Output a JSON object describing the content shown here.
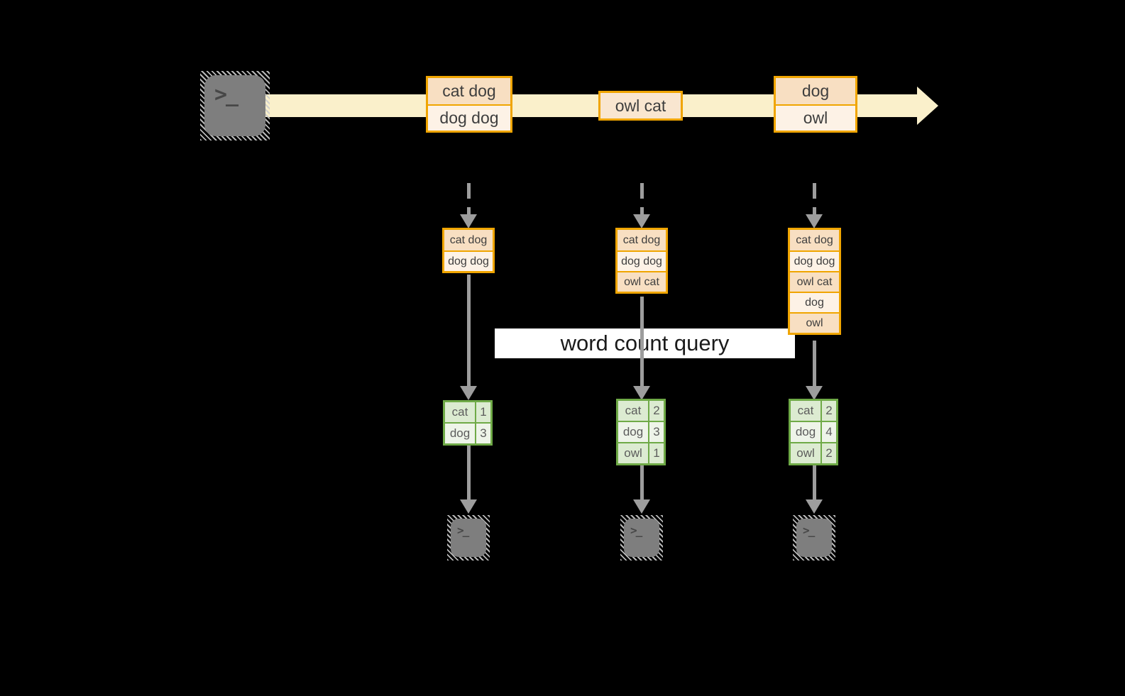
{
  "palette": {
    "background": "#000000",
    "stream_band": "#faf0cb",
    "event_border": "#f0a500",
    "cell_peach": "#f8dfc2",
    "cell_cream": "#fdf2e6",
    "cell_mid": "#f9e6d0",
    "table_border": "#6faa47",
    "table_cell_green": "#dcebd1",
    "table_cell_light": "#eef4e9",
    "arrow_gray": "#9d9d9d",
    "terminal_gray": "#7e7e7e"
  },
  "icons": {
    "terminal_glyph": ">_"
  },
  "query_label": "word count query",
  "stream": {
    "events": [
      [
        "cat dog",
        "dog dog"
      ],
      [
        "owl cat"
      ],
      [
        "dog",
        "owl"
      ]
    ]
  },
  "columns": [
    {
      "buffer": [
        "cat dog",
        "dog dog"
      ],
      "counts": [
        [
          "cat",
          "1"
        ],
        [
          "dog",
          "3"
        ]
      ]
    },
    {
      "buffer": [
        "cat dog",
        "dog dog",
        "owl cat"
      ],
      "counts": [
        [
          "cat",
          "2"
        ],
        [
          "dog",
          "3"
        ],
        [
          "owl",
          "1"
        ]
      ]
    },
    {
      "buffer": [
        "cat dog",
        "dog dog",
        "owl cat",
        "dog",
        "owl"
      ],
      "counts": [
        [
          "cat",
          "2"
        ],
        [
          "dog",
          "4"
        ],
        [
          "owl",
          "2"
        ]
      ]
    }
  ]
}
